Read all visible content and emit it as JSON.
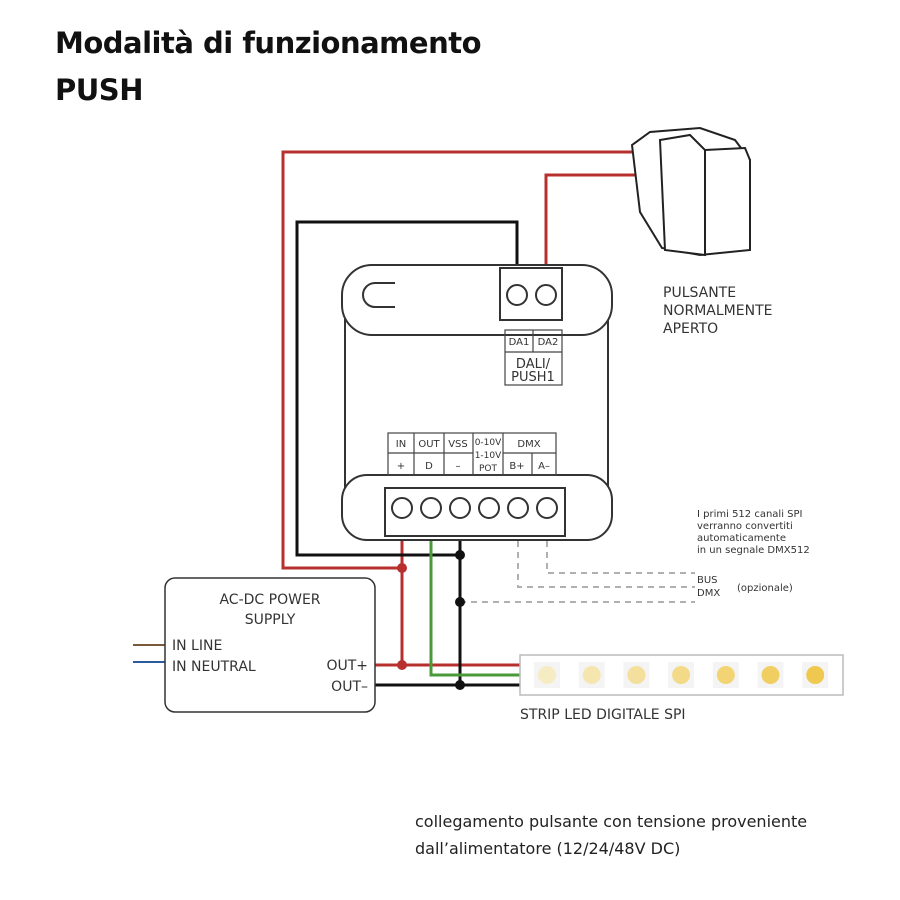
{
  "title": {
    "line1": "Modalità di funzionamento",
    "line2": "PUSH"
  },
  "switch": {
    "label": [
      "PULSANTE",
      "NORMALMENTE",
      "APERTO"
    ]
  },
  "controller": {
    "top_terminals": [
      "DA1",
      "DA2"
    ],
    "top_group": [
      "DALI/",
      "PUSH1"
    ],
    "bottom_headers": [
      "IN",
      "OUT",
      "VSS",
      "0-10V",
      "DMX"
    ],
    "bottom_subs": [
      "+",
      "D",
      "–",
      "1-10V",
      "POT",
      "B+",
      "A–"
    ]
  },
  "power_supply": {
    "title": [
      "AC-DC POWER",
      "SUPPLY"
    ],
    "in_line": "IN LINE",
    "in_neutral": "IN NEUTRAL",
    "out_plus": "OUT+",
    "out_minus": "OUT–"
  },
  "strip": {
    "label": "STRIP LED DIGITALE SPI",
    "led_count": 7
  },
  "dmx_note": {
    "lines": [
      "I primi 512 canali SPI",
      "verranno convertiti",
      "automaticamente",
      "in un segnale DMX512"
    ],
    "bus": [
      "BUS",
      "DMX"
    ],
    "optional": "(opzionale)"
  },
  "caption": {
    "line1": "collegamento pulsante con tensione proveniente",
    "line2": "dall’alimentatore (12/24/48V DC)"
  },
  "colors": {
    "red": "#b8302e",
    "black": "#111111",
    "green": "#4a9a3a",
    "brown": "#7a5a3a",
    "blue": "#2a5aa0",
    "dashed": "#b0b0b0"
  }
}
